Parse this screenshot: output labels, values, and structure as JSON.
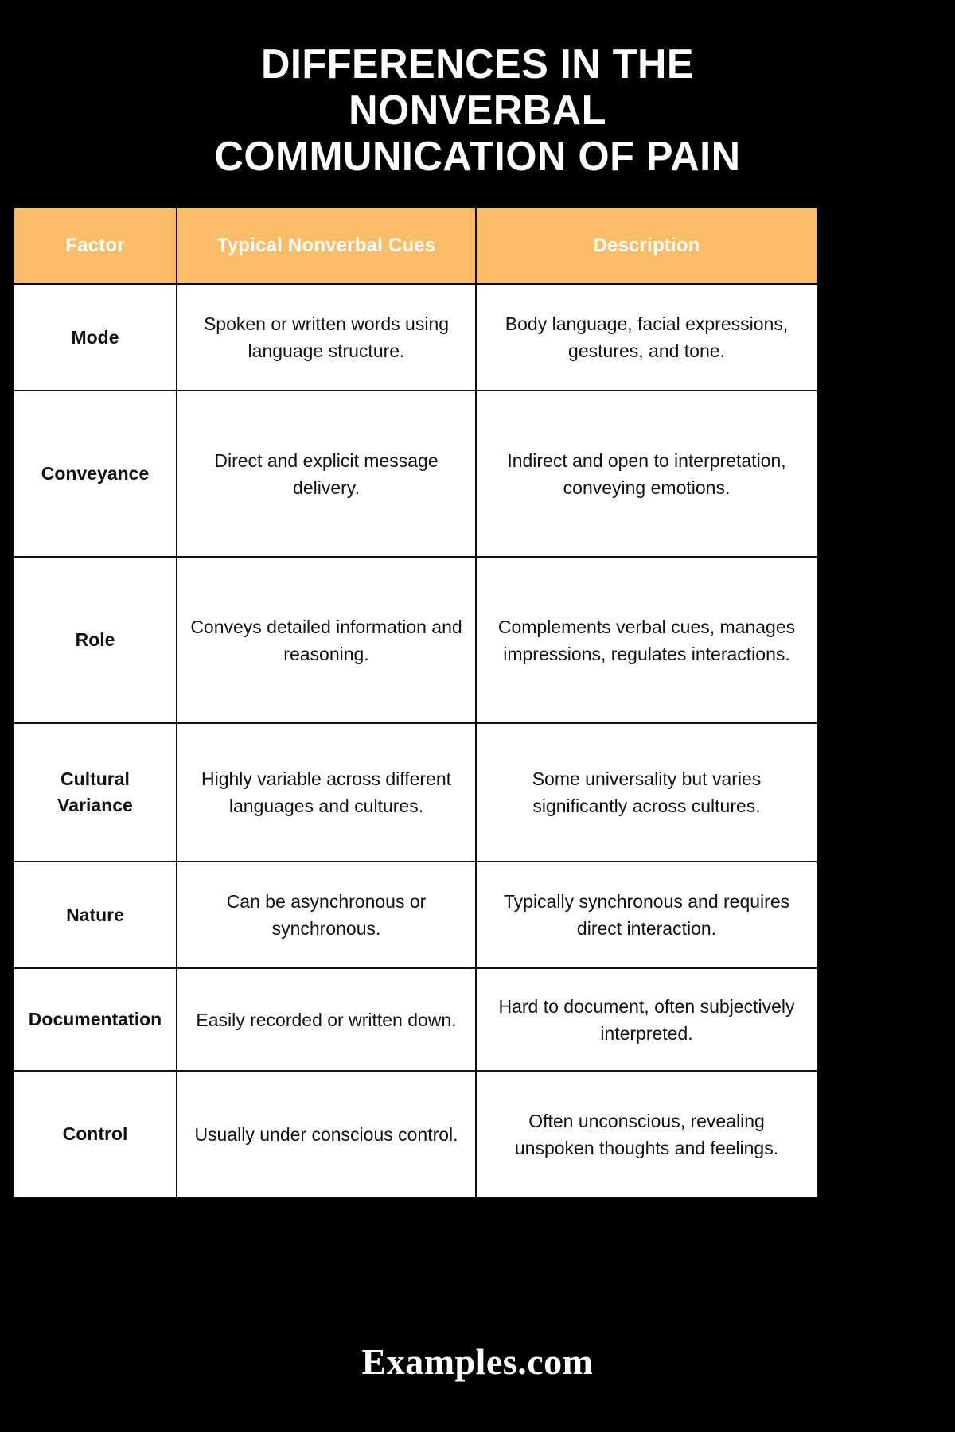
{
  "page": {
    "background_color": "#000000",
    "accent_color": "#FBBD68",
    "text_color_on_dark": "#FFFFFF",
    "text_color_on_light": "#111111"
  },
  "title": {
    "line1": "DIFFERENCES IN THE",
    "line2": "NONVERBAL",
    "line3": "COMMUNICATION OF PAIN",
    "full": "DIFFERENCES IN THE NONVERBAL COMMUNICATION OF PAIN"
  },
  "table": {
    "headers": {
      "col1": "Factor",
      "col2": "Typical Nonverbal Cues",
      "col3": "Description"
    },
    "rows": [
      {
        "factor": "Mode",
        "cues": "Spoken or written words using language structure.",
        "description": "Body language, facial expressions, gestures, and tone."
      },
      {
        "factor": "Conveyance",
        "cues": "Direct and explicit message delivery.",
        "description": "Indirect and open to interpretation, conveying emotions."
      },
      {
        "factor": "Role",
        "cues": "Conveys detailed information and reasoning.",
        "description": "Complements verbal cues, manages impressions, regulates interactions."
      },
      {
        "factor": "Cultural Variance",
        "cues": "Highly variable across different languages and cultures.",
        "description": "Some universality but varies significantly across cultures."
      },
      {
        "factor": "Nature",
        "cues": "Can be asynchronous or synchronous.",
        "description": "Typically synchronous and requires direct interaction."
      },
      {
        "factor": "Documentation",
        "cues": "Easily recorded or written down.",
        "description": "Hard to document, often subjectively interpreted."
      },
      {
        "factor": "Control",
        "cues": "Usually under conscious control.",
        "description": "Often unconscious, revealing unspoken thoughts and feelings."
      }
    ]
  },
  "footer": {
    "brand": "Examples.com"
  }
}
